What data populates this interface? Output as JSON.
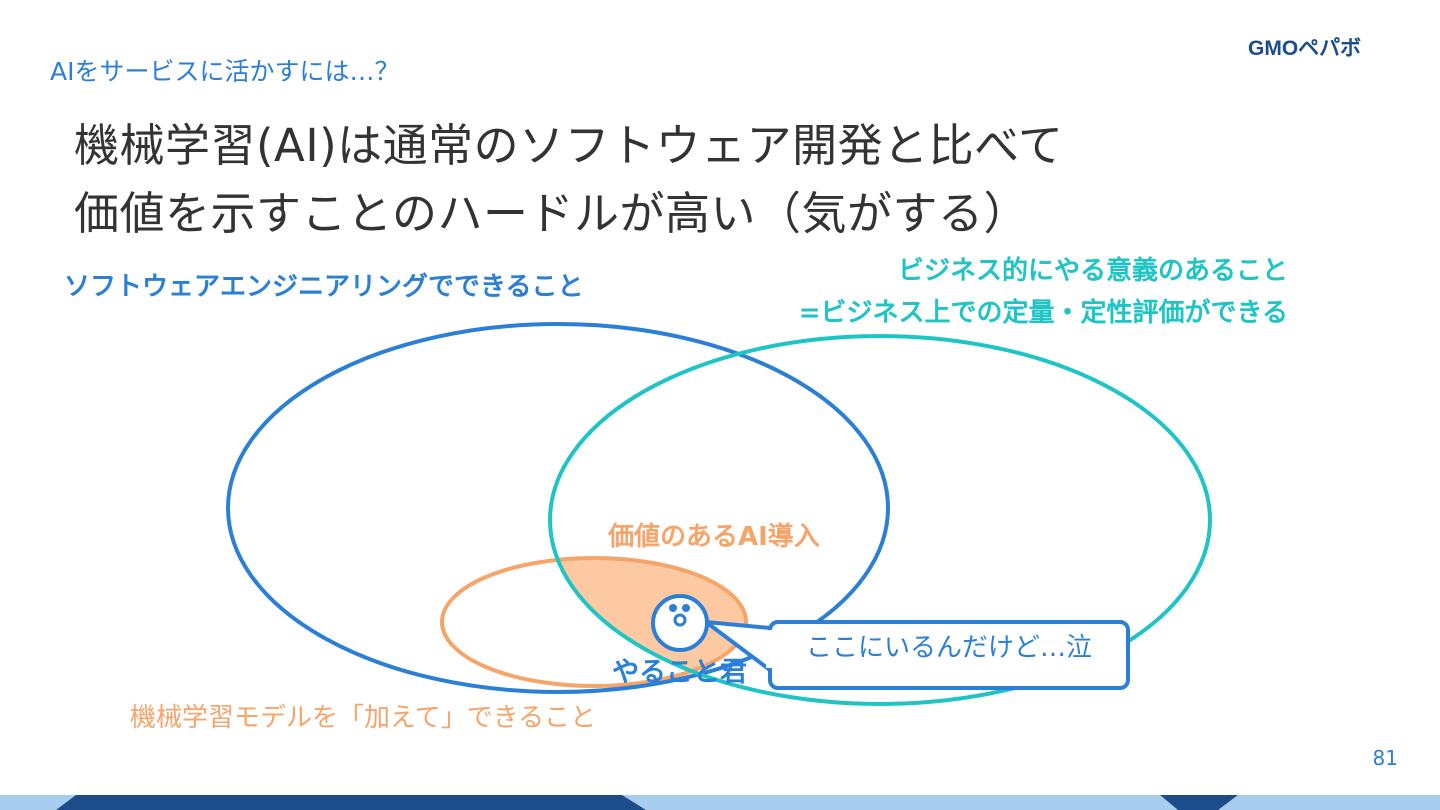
{
  "header": {
    "section": "AIをサービスに活かすには…？",
    "brand": "GMOペパボ"
  },
  "title": {
    "line1": "機械学習(AI)は通常のソフトウェア開発と比べて",
    "line2": "価値を示すことのハードルが高い（気がする）"
  },
  "diagram": {
    "software_engineering": "ソフトウェアエンジニアリングでできること",
    "business_line1": "ビジネス的にやる意義のあること",
    "business_line2": "=ビジネス上での定量・定性評価ができる",
    "valuable_ai": "価値のあるAI導入",
    "ml_model": "機械学習モデルを「加えて」できること",
    "character_name": "やること君",
    "speech_bubble": "ここにいるんだけど…泣"
  },
  "colors": {
    "blue": "#2b7fd6",
    "cyan": "#1fc4c4",
    "orange": "#f5a46a",
    "orange_fill": "#fcc9a3",
    "title_text": "#333333",
    "logo_navy": "#1c4d8a"
  },
  "page": {
    "number": "81"
  }
}
